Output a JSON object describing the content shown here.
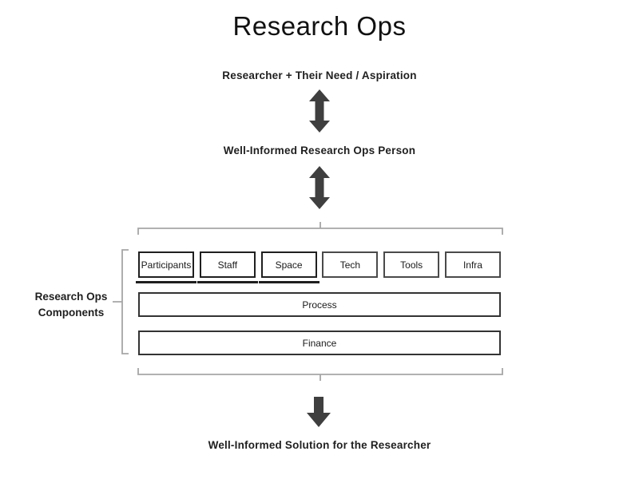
{
  "title": "Research Ops",
  "flow": {
    "top_label": "Researcher + Their Need / Aspiration",
    "middle_label": "Well-Informed Research Ops Person",
    "bottom_label": "Well-Informed Solution for the Researcher"
  },
  "components_group": {
    "label": "Research Ops Components",
    "row_items": [
      {
        "label": "Participants",
        "underlined": true
      },
      {
        "label": "Staff",
        "underlined": true
      },
      {
        "label": "Space",
        "underlined": true
      },
      {
        "label": "Tech",
        "underlined": false
      },
      {
        "label": "Tools",
        "underlined": false
      },
      {
        "label": "Infra",
        "underlined": false
      }
    ],
    "full_width_items": {
      "process": "Process",
      "finance": "Finance"
    }
  },
  "colors": {
    "arrow": "#3f3f3f",
    "bracket": "#a6a6a6",
    "box_border_dark": "#1f1f1f",
    "box_border_light": "#4a4a4a"
  }
}
